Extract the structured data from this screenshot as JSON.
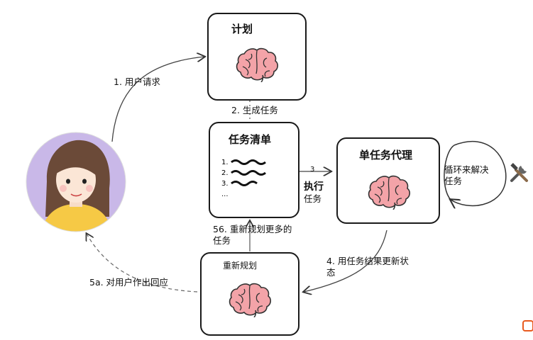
{
  "nodes": {
    "plan": {
      "title": "计划"
    },
    "task_list": {
      "title": "任务清单",
      "items": [
        "1.",
        "2.",
        "3.",
        "..."
      ]
    },
    "single_agent": {
      "title": "单任务代理"
    },
    "replan": {
      "title": "重新规划"
    },
    "loop": {
      "label_line1": "循环来解决",
      "label_line2": "任务"
    }
  },
  "edges": {
    "user_request": "1. 用户请求",
    "generate_tasks": "2. 生成任务",
    "execute_num": "3",
    "execute_line1": "执行",
    "execute_line2": "任务",
    "update_state_line1": "4. 用任务结果更新状",
    "update_state_line2": "态",
    "replan_more_line1": "56. 重新规划更多的",
    "replan_more_line2": "任务",
    "respond_user": "5a. 对用户作出回应"
  },
  "icons": [
    "user-avatar",
    "brain-icon",
    "tools-icon"
  ],
  "colors": {
    "avatar_bg": "#c9b8e8",
    "hair": "#6b4a38",
    "shirt": "#f6c945",
    "brain": "#f3a3a8"
  }
}
